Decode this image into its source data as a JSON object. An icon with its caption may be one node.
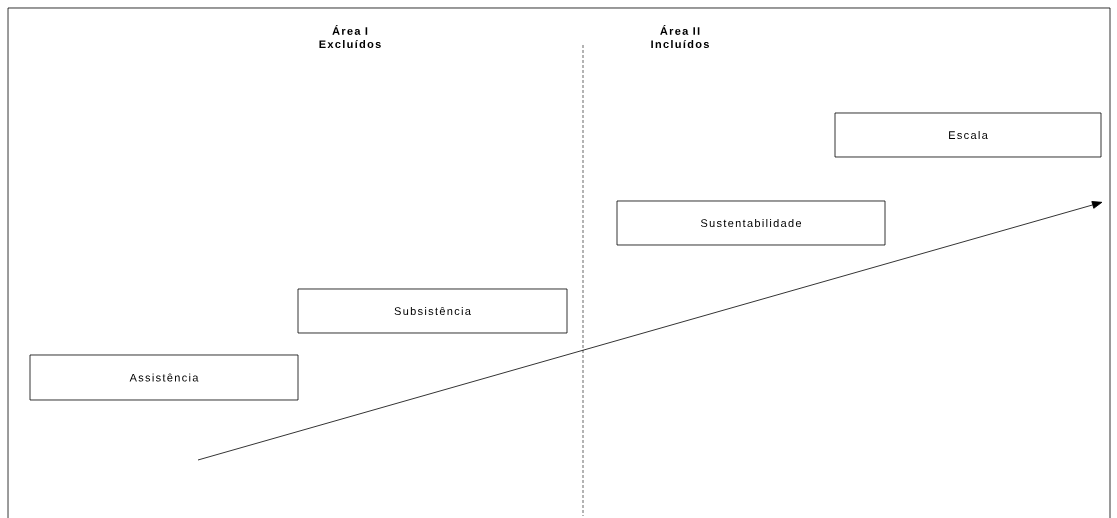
{
  "diagram": {
    "nodes": [
      {
        "text": [
          "Escala"
        ]
      },
      {
        "text": [
          "Sustentabilidade"
        ]
      },
      {
        "text": [
          "Subsistência"
        ]
      },
      {
        "text": [
          "Assistência"
        ]
      }
    ],
    "labels": [
      "Área I",
      "Excluídos",
      "Área II",
      "Incluídos"
    ]
  }
}
